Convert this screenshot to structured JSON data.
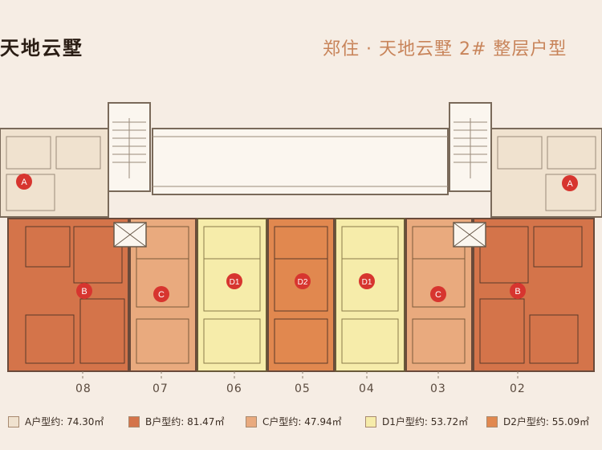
{
  "logo": "天地云墅",
  "title": "郑住 · 天地云墅  2#  整层户型",
  "units": [
    {
      "num": "08",
      "type": "B"
    },
    {
      "num": "07",
      "type": "C"
    },
    {
      "num": "06",
      "type": "D1"
    },
    {
      "num": "05",
      "type": "D2"
    },
    {
      "num": "04",
      "type": "D1"
    },
    {
      "num": "03",
      "type": "C"
    },
    {
      "num": "02",
      "type": "B"
    }
  ],
  "markers": {
    "a_left": "A",
    "a_right": "A",
    "b_left": "B",
    "c_left": "C",
    "d1_left": "D1",
    "d2": "D2",
    "d1_right": "D1",
    "c_right": "C",
    "b_right": "B"
  },
  "legend": [
    {
      "label": "A户型约: 74.30㎡",
      "color": "#f0e2cf"
    },
    {
      "label": "B户型约: 81.47㎡",
      "color": "#d4744a"
    },
    {
      "label": "C户型约: 47.94㎡",
      "color": "#e9aa7e"
    },
    {
      "label": "D1户型约: 53.72㎡",
      "color": "#f6ecaa"
    },
    {
      "label": "D2户型约: 55.09㎡",
      "color": "#e1884f"
    }
  ],
  "colors": {
    "A": "#f0e2cf",
    "B": "#d4744a",
    "C": "#e9aa7e",
    "D1": "#f6ecaa",
    "D2": "#e1884f",
    "marker": "#d7352f",
    "title": "#c8845a"
  }
}
